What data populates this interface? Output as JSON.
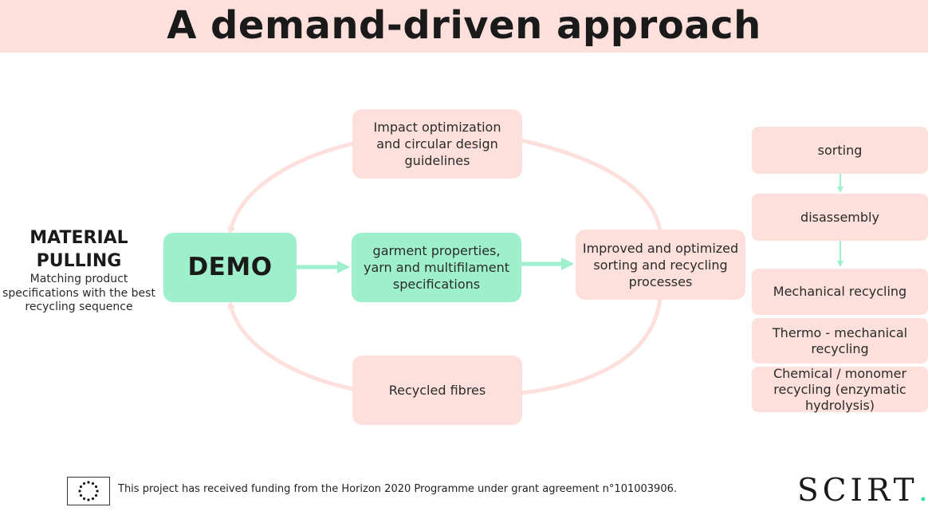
{
  "title": "A demand-driven approach",
  "left_panel": {
    "heading_line1": "MATERIAL",
    "heading_line2": "PULLING",
    "subtext": "Matching product specifications with the best recycling sequence"
  },
  "cycle": {
    "demo": "DEMO",
    "specs": "garment properties, yarn and multifilament specifications",
    "top": "Impact optimization and circular design guidelines",
    "right": "Improved and optimized sorting and recycling processes",
    "bottom": "Recycled fibres"
  },
  "recycling_steps": [
    "sorting",
    "disassembly",
    "Mechanical recycling",
    "Thermo - mechanical recycling",
    "Chemical / monomer recycling (enzymatic hydrolysis)"
  ],
  "footer": {
    "funding_text": "This project has received funding from the Horizon 2020 Programme under grant agreement n°101003906.",
    "logo_text": "SCIRT",
    "logo_dot": "."
  },
  "colors": {
    "pink": "#fde0dc",
    "green": "#9ef0cc",
    "eu_stars": "#1a1a1a"
  }
}
